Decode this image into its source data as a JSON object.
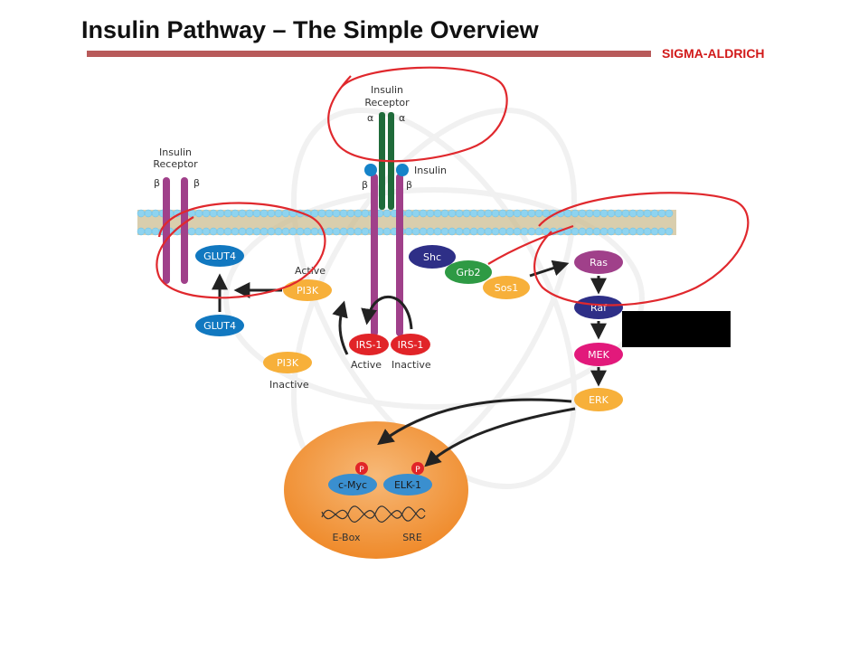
{
  "slide": {
    "title": "Insulin Pathway – The Simple Overview",
    "brand": "SIGMA-ALDRICH"
  },
  "diagram": {
    "left_receptor": {
      "line1": "Insulin",
      "line2": "Receptor",
      "beta1": "β",
      "beta2": "β"
    },
    "center_receptor": {
      "line1": "Insulin",
      "line2": "Receptor",
      "alpha1": "α",
      "alpha2": "α",
      "beta1": "β",
      "beta2": "β",
      "insulin_label": "Insulin"
    },
    "nodes": {
      "glut4_membrane": "GLUT4",
      "glut4_vesicle": "GLUT4",
      "pi3k_active": "PI3K",
      "pi3k_inactive": "PI3K",
      "irs1_active": "IRS-1",
      "irs1_inactive": "IRS-1",
      "shc": "Shc",
      "grb2": "Grb2",
      "sos1": "Sos1",
      "ras": "Ras",
      "raf": "Raf",
      "mek": "MEK",
      "erk": "ERK",
      "cmyc": "c-Myc",
      "elk1": "ELK-1",
      "phospho1": "P",
      "phospho2": "P"
    },
    "labels": {
      "active_pi3k": "Active",
      "inactive_pi3k": "Inactive",
      "irs1_active": "Active",
      "irs1_inactive": "Inactive",
      "ebox": "E-Box",
      "sre": "SRE"
    },
    "colors": {
      "membrane": "#8ed3ef",
      "receptor_beta": "#a0408a",
      "receptor_alpha": "#1f6b3a",
      "insulin": "#1583c9",
      "blue_node": "#1178c0",
      "orange_node": "#f7b03a",
      "red_node": "#e12428",
      "navy_node": "#2e2f87",
      "green_node": "#2e9a44",
      "magenta_node": "#e2197b",
      "nucleus": "#f39a3c",
      "annotation": "#e0282d"
    }
  }
}
